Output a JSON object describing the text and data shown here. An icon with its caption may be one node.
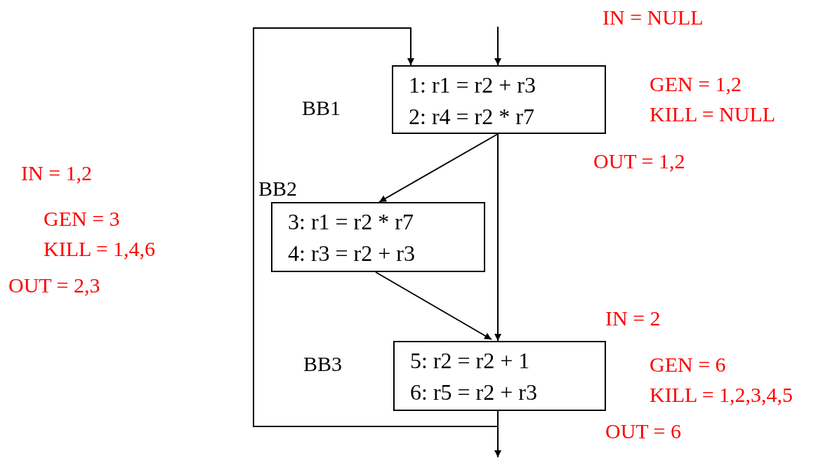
{
  "diagram": {
    "nodes": [
      {
        "text": [
          "1: r1 = r2 + r3",
          "2: r4 = r2 * r7"
        ],
        "beside": [
          "BB1"
        ]
      },
      {
        "text": [
          "3: r1 = r2 * r7",
          "4: r3 = r2 + r3"
        ],
        "beside": [
          "BB2"
        ]
      },
      {
        "text": [
          "5: r2 = r2 + 1",
          "6: r5 = r2 + r3"
        ],
        "beside": [
          "BB3"
        ]
      }
    ],
    "edges": [
      {
        "from": null,
        "to": 0,
        "arrow": "to"
      },
      {
        "from": 2,
        "to": 0,
        "arrow": "to"
      },
      {
        "from": 0,
        "to": 1,
        "arrow": "to"
      },
      {
        "from": 0,
        "to": 2,
        "arrow": "to"
      },
      {
        "from": 1,
        "to": 2,
        "arrow": "to"
      },
      {
        "from": 2,
        "to": null,
        "arrow": "to"
      }
    ],
    "labels": [
      "IN = NULL",
      "GEN = 1,2",
      "KILL = NULL",
      "OUT = 1,2",
      "IN = 1,2",
      "GEN = 3",
      "KILL = 1,4,6",
      "OUT = 2,3",
      "IN = 2",
      "GEN = 6",
      "KILL = 1,2,3,4,5",
      "OUT = 6"
    ]
  }
}
